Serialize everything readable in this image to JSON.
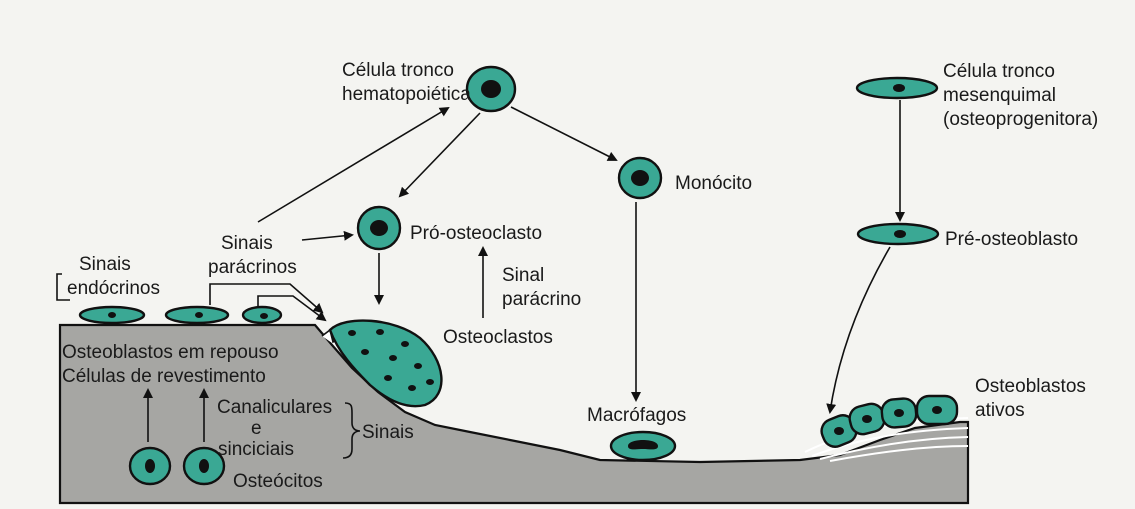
{
  "labels": {
    "hsc": [
      "Célula tronco",
      "hematopoiética"
    ],
    "msc": [
      "Célula tronco",
      "mesenquimal",
      "(osteoprogenitora)"
    ],
    "monocyte": "Monócito",
    "preosteoclast": "Pró-osteoclasto",
    "preosteoblast": "Pré-osteoblasto",
    "paracrine_signals": [
      "Sinais",
      "parácrinos"
    ],
    "endocrine_signals": [
      "Sinais",
      "endócrinos"
    ],
    "paracrine_signal": [
      "Sinal",
      "parácrino"
    ],
    "osteoclasts": "Osteoclastos",
    "resting_osteoblasts": "Osteoblastos em repouso",
    "lining_cells": "Células de revestimento",
    "canalicular": [
      "Canaliculares",
      "e",
      "sinciciais"
    ],
    "signals": "Sinais",
    "osteocytes": "Osteócitos",
    "macrophages": "Macrófagos",
    "active_osteoblasts": [
      "Osteoblastos",
      "ativos"
    ]
  },
  "colors": {
    "cell_fill": "#3aa894",
    "bone": "#a6a6a3",
    "background": "#f4f4f1",
    "outline": "#111111"
  }
}
